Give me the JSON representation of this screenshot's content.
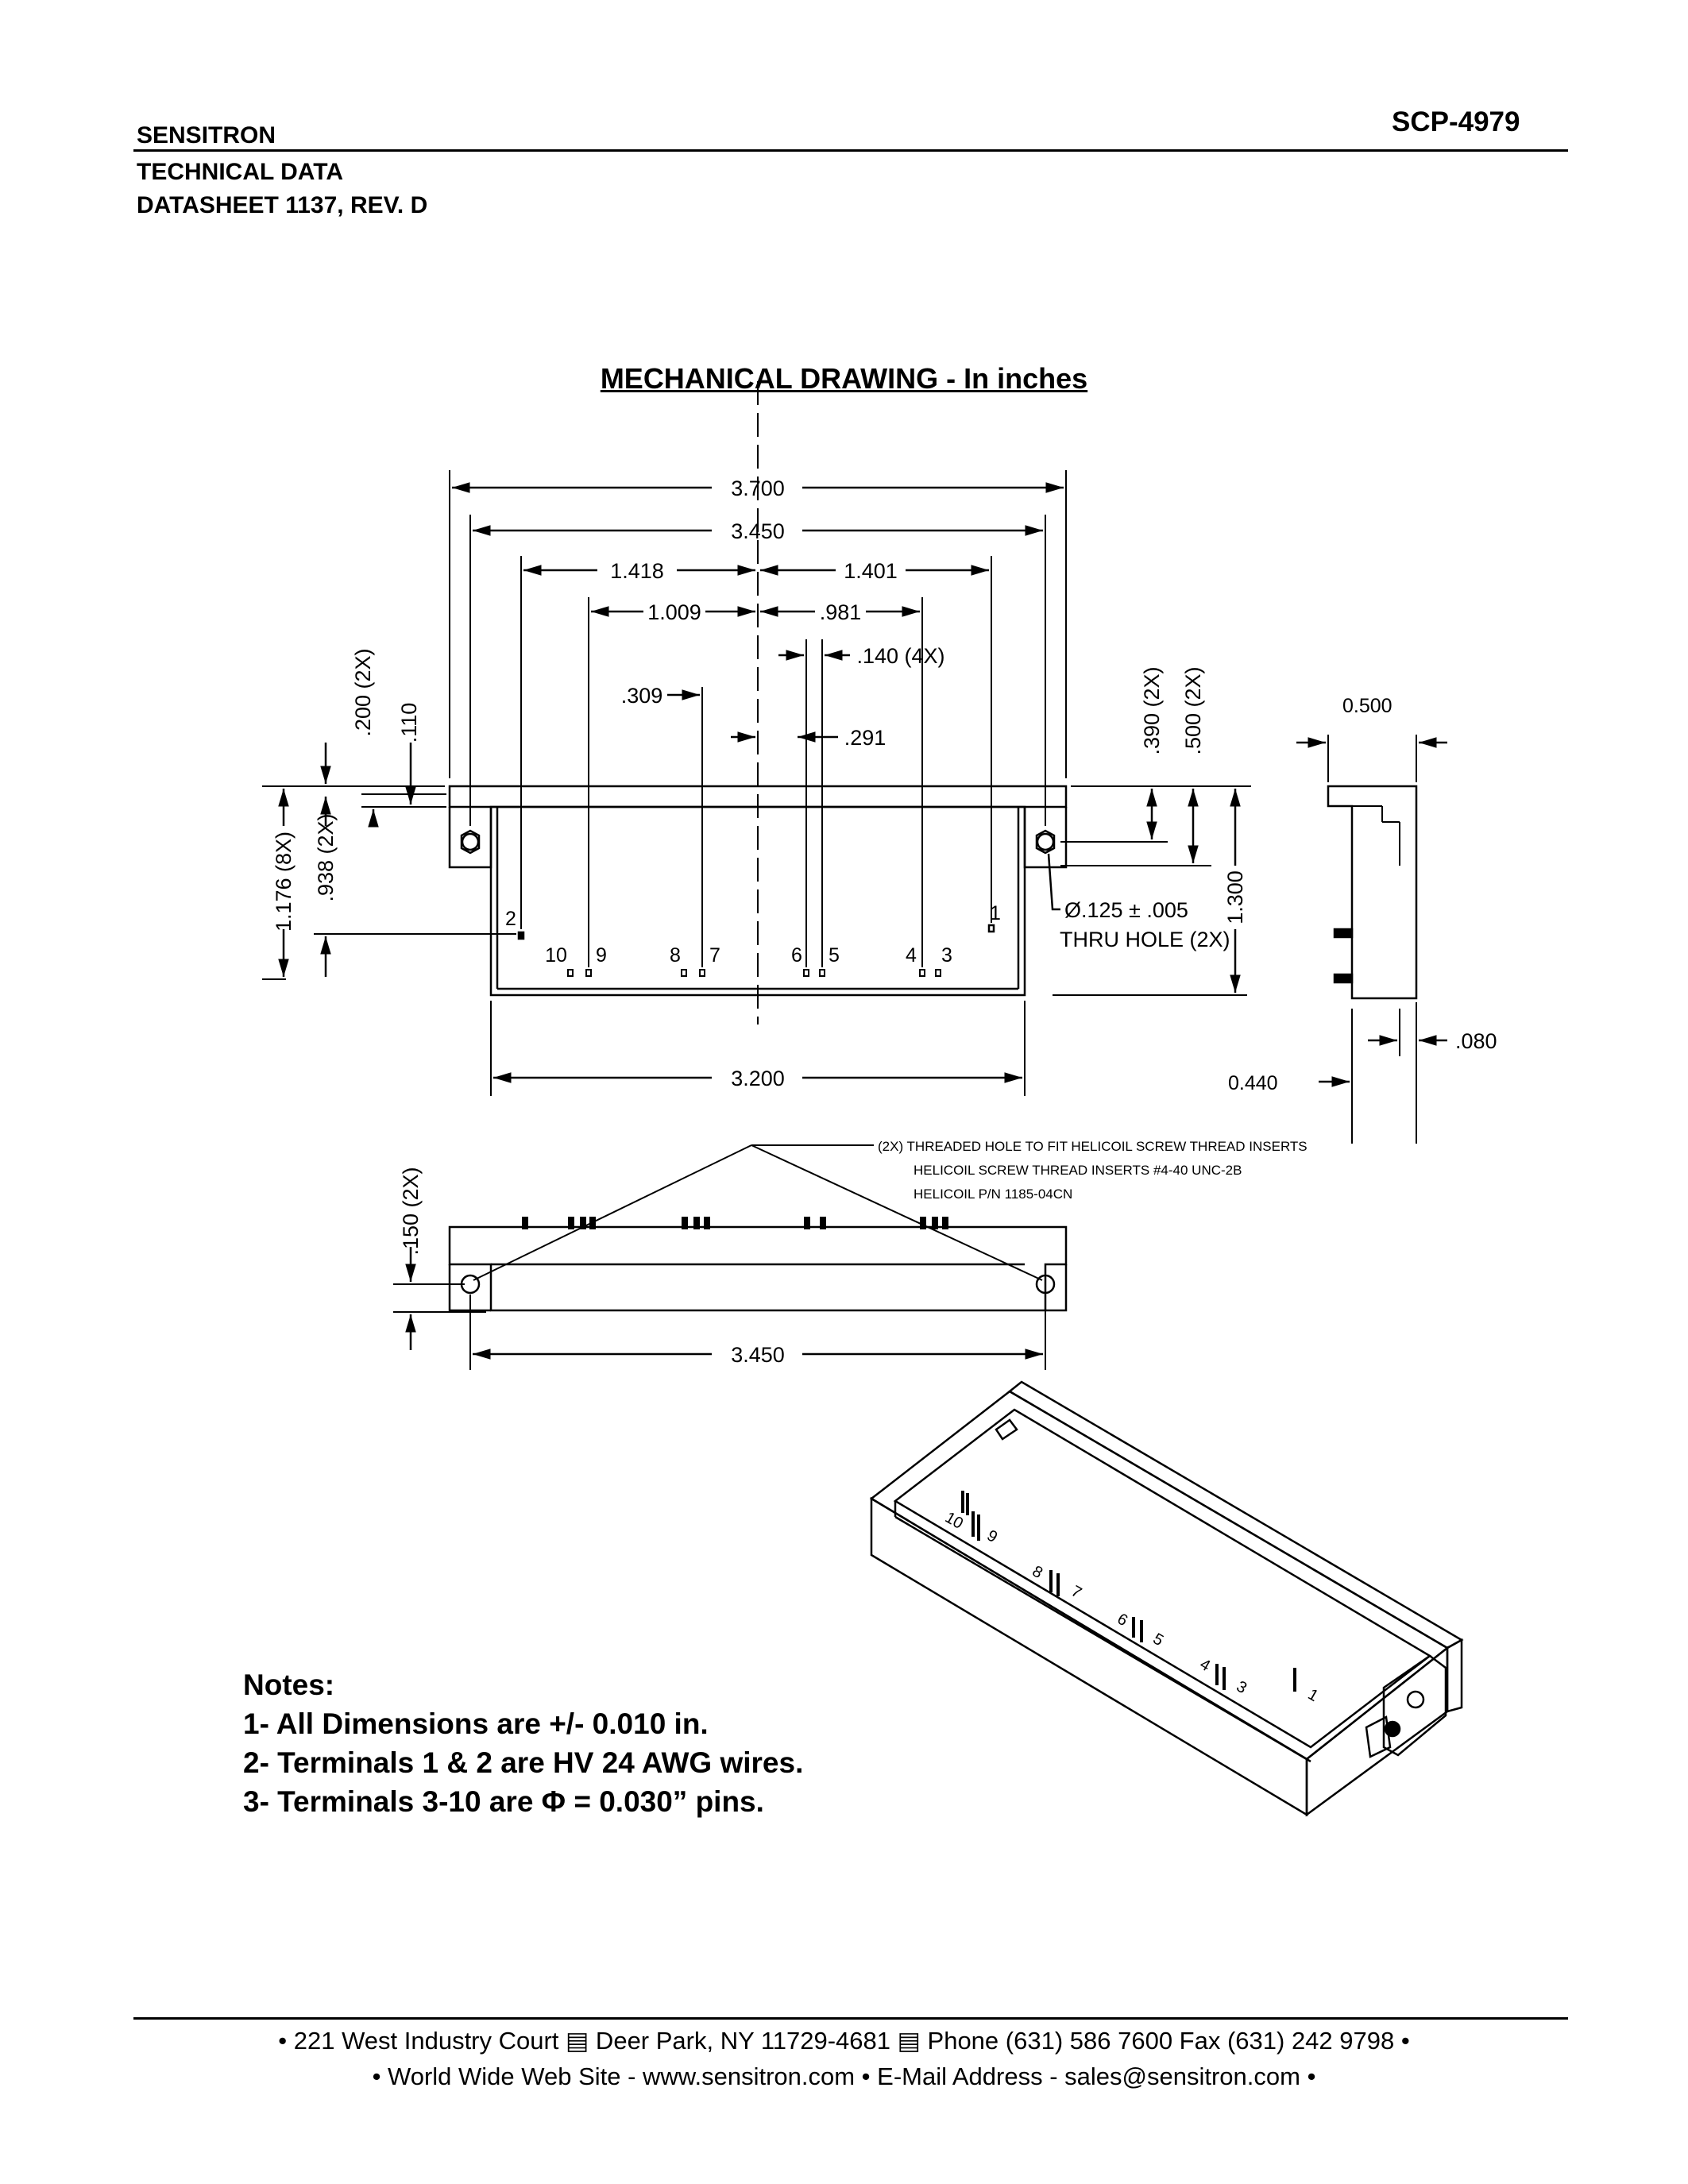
{
  "header": {
    "company": "SENSITRON",
    "part_number": "SCP-4979",
    "doc_type": "TECHNICAL DATA",
    "datasheet": "DATASHEET 1137, REV. D"
  },
  "drawing": {
    "title": "MECHANICAL DRAWING - In inches",
    "top_view_dims": {
      "overall_length": "3.700",
      "mount_hole_spacing": "3.450",
      "left_offset": "1.418",
      "right_offset": "1.401",
      "inner_left": "1.009",
      "inner_right": ".981",
      "pin_pitch": ".140 (4X)",
      "pin_offset_left": ".309",
      "pin_offset_right": ".291",
      "flange_height": ".200 (2X)",
      "flange_step": ".110",
      "hole_y": ".390 (2X)",
      "hole_y2": ".500 (2X)",
      "pin_height": "1.176 (8X)",
      "wire_height": ".938 (2X)",
      "overall_height": "1.300",
      "body_width": "3.200",
      "hole_note_1": "Ø.125 ± .005",
      "hole_note_2": "THRU HOLE (2X)"
    },
    "terminal_labels": [
      "2",
      "1",
      "10",
      "9",
      "8",
      "7",
      "6",
      "5",
      "4",
      "3"
    ],
    "side_view_dims": {
      "width": "0.500",
      "depth": "0.440",
      "pin_len": ".080"
    },
    "front_view_dims": {
      "hole_height": ".150 (2X)",
      "hole_spacing": "3.450",
      "thread_note_1": "(2X) THREADED HOLE TO FIT HELICOIL SCREW THREAD INSERTS",
      "thread_note_2": "HELICOIL SCREW THREAD INSERTS #4-40 UNC-2B",
      "thread_note_3": "HELICOIL P/N 1185-04CN"
    },
    "iso_labels": [
      "10",
      "9",
      "8",
      "7",
      "6",
      "5",
      "4",
      "3",
      "1"
    ]
  },
  "notes": {
    "heading": "Notes:",
    "items": [
      "1-   All Dimensions are +/- 0.010 in.",
      "2-   Terminals 1 & 2 are HV 24 AWG wires.",
      "3-   Terminals 3-10 are Φ  = 0.030” pins."
    ]
  },
  "footer": {
    "line1": "• 221 West Industry Court ▤ Deer Park, NY 11729-4681 ▤ Phone (631) 586 7600 Fax (631) 242 9798 •",
    "line2": "• World Wide Web Site - www.sensitron.com • E-Mail Address - sales@sensitron.com •"
  }
}
